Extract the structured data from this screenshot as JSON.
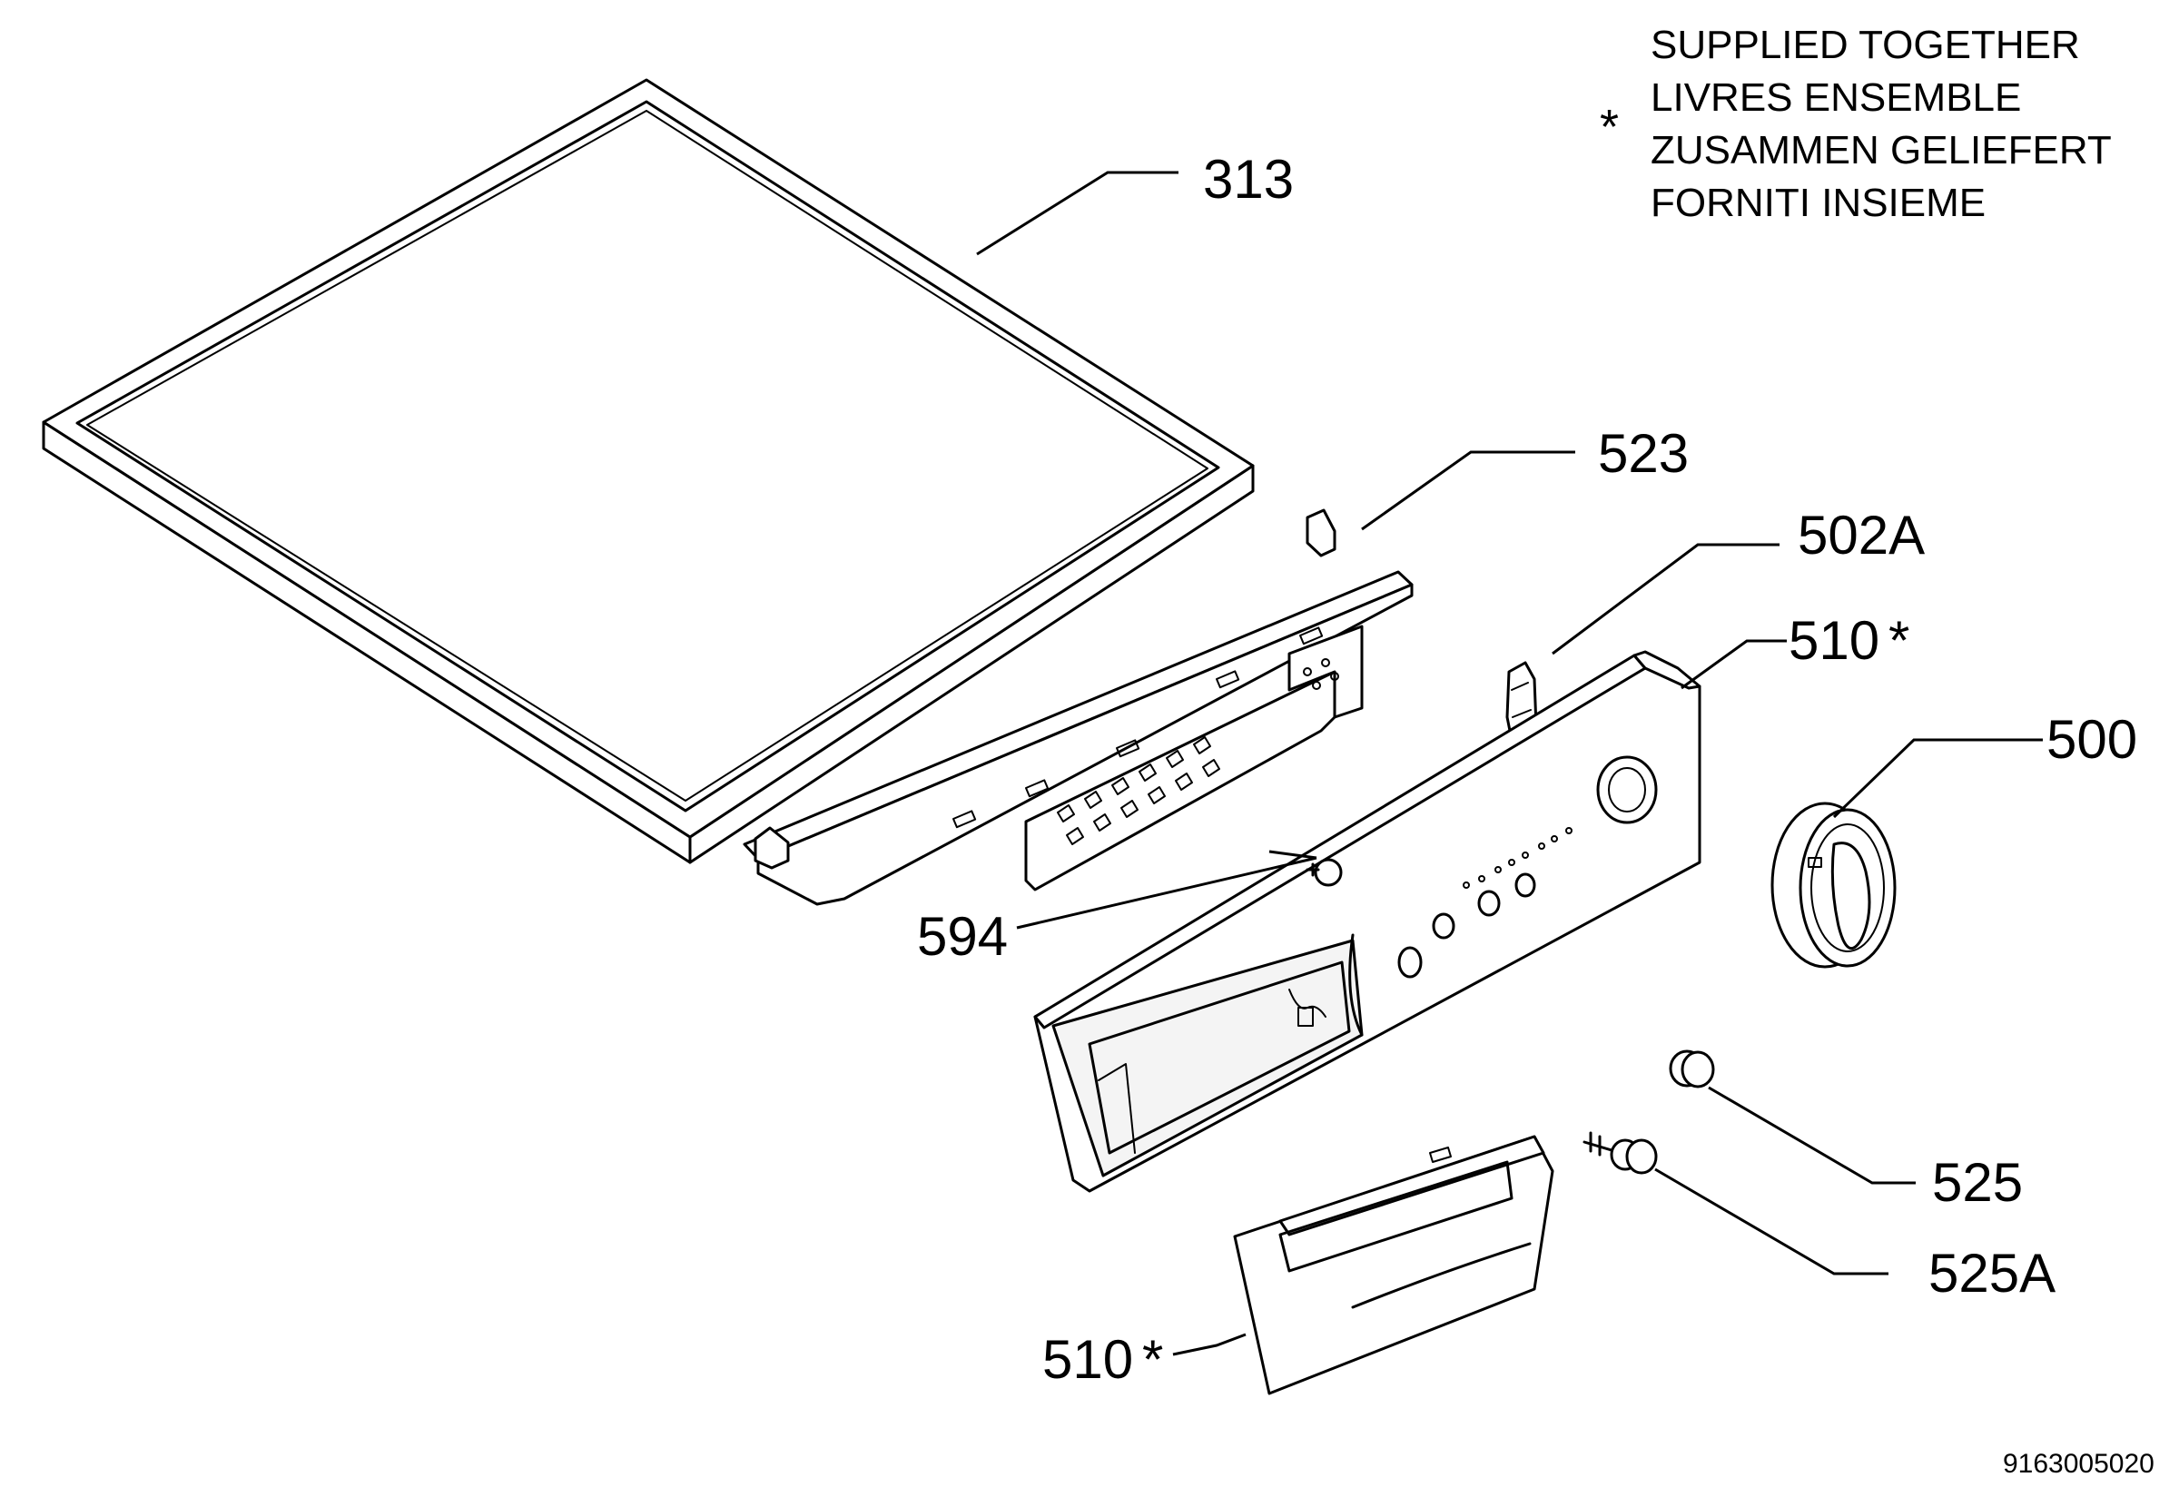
{
  "legend": {
    "marker": "*",
    "lines": [
      "SUPPLIED TOGETHER",
      "LIVRES ENSEMBLE",
      "ZUSAMMEN GELIEFERT",
      "FORNITI INSIEME"
    ]
  },
  "parts": {
    "p313": "313",
    "p523": "523",
    "p502a": "502A",
    "p510_panel": "510",
    "p510_panel_mark": "*",
    "p500": "500",
    "p594": "594",
    "p525": "525",
    "p525a": "525A",
    "p510_drawer": "510",
    "p510_drawer_mark": "*"
  },
  "drawing_number": "9163005020"
}
